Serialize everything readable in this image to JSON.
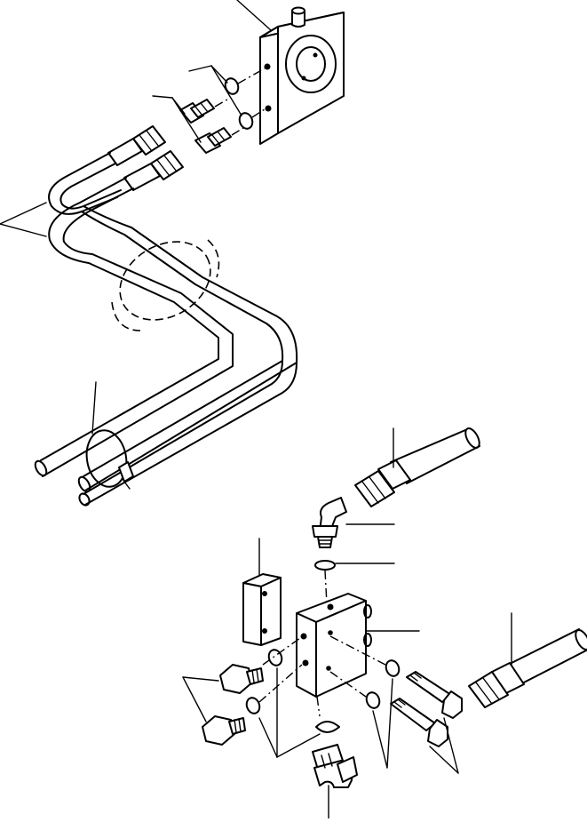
{
  "diagram": {
    "type": "exploded-parts-view",
    "callout_labels": [],
    "parts": [
      "top-valve-block",
      "o-ring-upper-pair",
      "straight-fitting-upper-pair",
      "hydraulic-tube-pair",
      "tube-clamp-dashed",
      "tube-clamp-lower",
      "hose-upper-right",
      "elbow-fitting-upper",
      "o-ring-top",
      "mounting-plate",
      "lower-valve-block",
      "hose-lower-right",
      "plug-pair",
      "o-ring-left-pair",
      "o-ring-right-pair",
      "o-ring-bottom",
      "mounting-bolt-pair",
      "elbow-fitting-lower"
    ]
  }
}
